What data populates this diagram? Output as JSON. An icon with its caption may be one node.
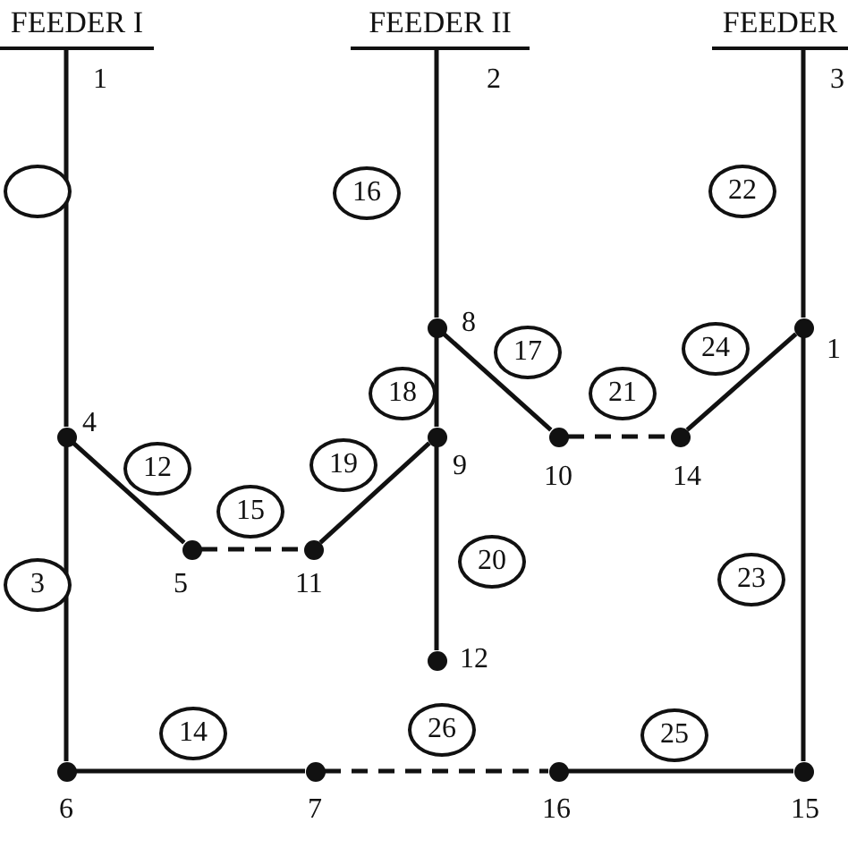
{
  "diagram": {
    "nodes": [
      {
        "text": [
          "FEEDER I"
        ],
        "beside": [
          "1"
        ]
      },
      {
        "text": [
          "FEEDER II"
        ],
        "beside": [
          "2"
        ]
      },
      {
        "text": [
          "FEEDER"
        ],
        "beside": [
          "3"
        ]
      },
      {
        "text": [],
        "shape": "circle"
      },
      {
        "text": [
          "16"
        ]
      },
      {
        "text": [
          "22"
        ]
      },
      {
        "text": [],
        "shape": "dot",
        "beside": [
          "8"
        ]
      },
      {
        "text": [],
        "shape": "dot",
        "beside": [
          "1"
        ]
      },
      {
        "text": [
          "24"
        ]
      },
      {
        "text": [
          "17"
        ]
      },
      {
        "text": [
          "18"
        ]
      },
      {
        "text": [
          "21"
        ]
      },
      {
        "text": [],
        "shape": "dot",
        "beside": [
          "4"
        ]
      },
      {
        "text": [],
        "shape": "dot",
        "beside": [
          "9"
        ]
      },
      {
        "text": [],
        "shape": "dot",
        "beside": [
          "10"
        ]
      },
      {
        "text": [],
        "shape": "dot",
        "beside": [
          "14"
        ]
      },
      {
        "text": [
          "19"
        ]
      },
      {
        "text": [
          "12"
        ]
      },
      {
        "text": [
          "15"
        ]
      },
      {
        "text": [],
        "shape": "dot",
        "beside": [
          "5"
        ]
      },
      {
        "text": [],
        "shape": "dot",
        "beside": [
          "11"
        ]
      },
      {
        "text": [
          "20"
        ]
      },
      {
        "text": [
          "23"
        ]
      },
      {
        "text": [
          "3"
        ]
      },
      {
        "text": [],
        "shape": "dot",
        "beside": [
          "12"
        ]
      },
      {
        "text": [
          "26"
        ]
      },
      {
        "text": [
          "14"
        ]
      },
      {
        "text": [
          "25"
        ]
      },
      {
        "text": [],
        "shape": "dot",
        "beside": [
          "6"
        ]
      },
      {
        "text": [],
        "shape": "dot",
        "beside": [
          "7"
        ]
      },
      {
        "text": [],
        "shape": "dot",
        "beside": [
          "16"
        ]
      },
      {
        "text": [],
        "shape": "dot",
        "beside": [
          "15"
        ]
      }
    ],
    "edges": [
      {
        "from": 0,
        "to": 12,
        "arrow": "none"
      },
      {
        "from": 12,
        "to": 19,
        "arrow": "none"
      },
      {
        "from": 19,
        "to": 20,
        "arrow": "none",
        "style": "dashed"
      },
      {
        "from": 20,
        "to": 13,
        "arrow": "none"
      },
      {
        "from": 12,
        "to": 28,
        "arrow": "none"
      },
      {
        "from": 28,
        "to": 29,
        "arrow": "none"
      },
      {
        "from": 29,
        "to": 30,
        "arrow": "none",
        "style": "dashed"
      },
      {
        "from": 30,
        "to": 31,
        "arrow": "none"
      },
      {
        "from": 31,
        "to": 7,
        "arrow": "none"
      },
      {
        "from": 7,
        "to": 2,
        "arrow": "none"
      },
      {
        "from": 1,
        "to": 6,
        "arrow": "none"
      },
      {
        "from": 6,
        "to": 13,
        "arrow": "none"
      },
      {
        "from": 13,
        "to": 24,
        "arrow": "none"
      },
      {
        "from": 6,
        "to": 14,
        "arrow": "none"
      },
      {
        "from": 14,
        "to": 15,
        "arrow": "none",
        "style": "dashed"
      },
      {
        "from": 15,
        "to": 7,
        "arrow": "none"
      }
    ]
  }
}
